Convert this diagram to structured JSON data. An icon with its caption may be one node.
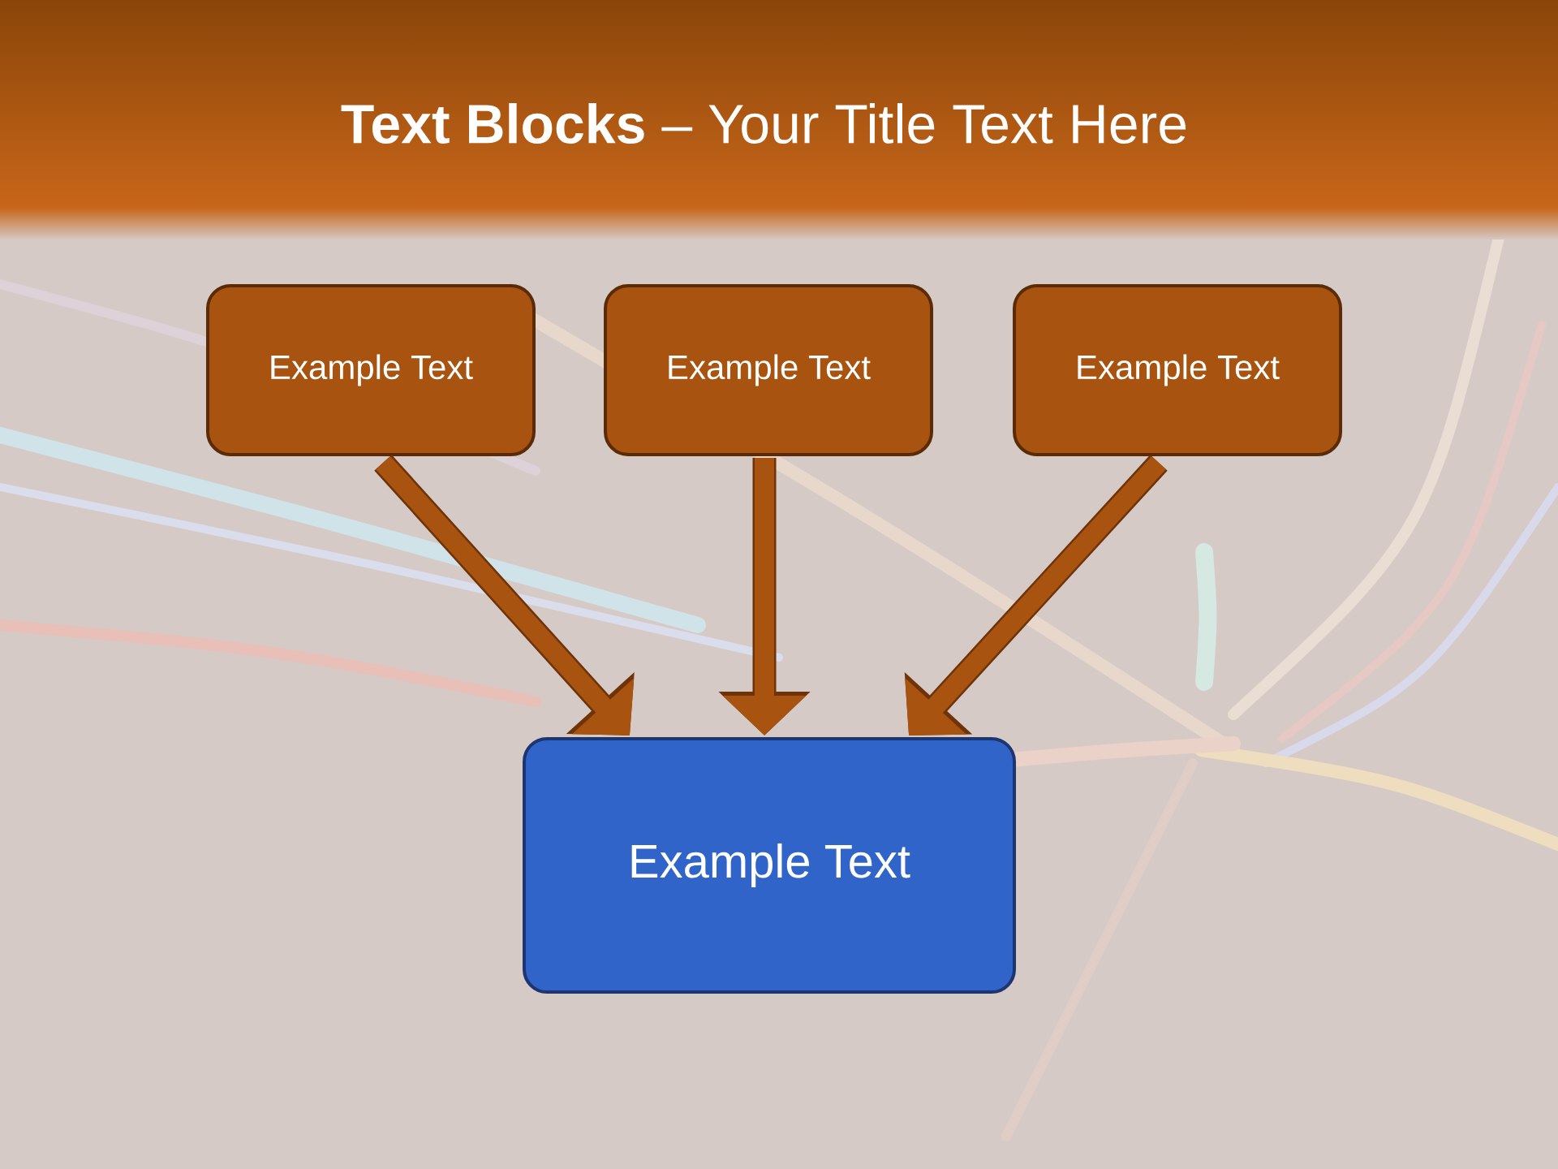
{
  "diagram": {
    "title": "**Text Blocks** – Your Title Text Here",
    "nodes": [
      {
        "text": [
          "Example Text"
        ]
      },
      {
        "text": [
          "Example Text"
        ]
      },
      {
        "text": [
          "Example Text"
        ]
      },
      {
        "text": [
          "Example Text"
        ]
      }
    ],
    "edges": [
      {
        "from": 0,
        "to": 3,
        "arrow": "to"
      },
      {
        "from": 1,
        "to": 3,
        "arrow": "to"
      },
      {
        "from": 2,
        "to": 3,
        "arrow": "to"
      }
    ]
  }
}
